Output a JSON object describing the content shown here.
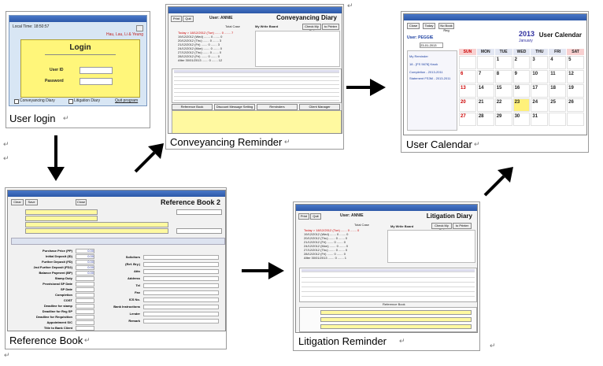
{
  "captions": {
    "user_login": "User login",
    "conveyancing": "Conveyancing Reminder",
    "calendar": "User Calendar",
    "reference": "Reference Book",
    "litigation": "Litigation Reminder"
  },
  "login": {
    "local_time": "Local Time: 18:50:57",
    "firm": "Hau, Lau, Li & Yeung",
    "title": "Login",
    "user_id_label": "User ID",
    "password_label": "Password",
    "check1": "Conveyancing Diary",
    "check2": "Litigation Diary",
    "quit": "Quit program"
  },
  "conveyancing": {
    "title": "Conveyancing Diary",
    "user_label": "User: ANNIE",
    "total_label": "Total Case",
    "board": "My Write Board",
    "tabs": [
      "Reference Book",
      "Discount Message Setting",
      "Reminders",
      "Client Manager"
    ]
  },
  "calendar": {
    "title": "User Calendar",
    "user_label": "User: PEGGIE",
    "year": "2013",
    "month": "January",
    "days": [
      "SUN",
      "MON",
      "TUE",
      "WED",
      "THU",
      "FRI",
      "SAT"
    ],
    "weeks": [
      [
        "",
        "",
        "1",
        "2",
        "3",
        "4",
        "5"
      ],
      [
        "6",
        "7",
        "8",
        "9",
        "10",
        "11",
        "12"
      ],
      [
        "13",
        "14",
        "15",
        "16",
        "17",
        "18",
        "19"
      ],
      [
        "20",
        "21",
        "22",
        "23",
        "24",
        "25",
        "26"
      ],
      [
        "27",
        "28",
        "29",
        "30",
        "31",
        "",
        ""
      ]
    ],
    "date_box": "23-01-2013"
  },
  "reference": {
    "title": "Reference Book 2",
    "labels": [
      "Purchase Price (PP)",
      "Initial Deposit (ID)",
      "Further Deposit (FD)",
      "2nd Further Deposit (FD2)",
      "Balance Payment (BP)",
      "Stamp Duty",
      "Provisional SP Date",
      "SP Date",
      "Completion",
      "COST",
      "Deadline for stamp",
      "Deadline for Reg SP",
      "Deadline for Requisition",
      "Appointment S/C",
      "Title to Bank Client"
    ],
    "right_labels": [
      "Solicitors",
      "(Ref. Bry.)",
      "Attn",
      "Address",
      "Tel",
      "Fax",
      "ICS No.",
      "Bank Instructions",
      "Lender",
      "Remark"
    ],
    "zero": "0.00"
  },
  "litigation": {
    "title": "Litigation Diary",
    "user_label": "User: ANNIE",
    "total_label": "Total Case",
    "board": "My Write Board",
    "subtitle": "Reference Book"
  }
}
